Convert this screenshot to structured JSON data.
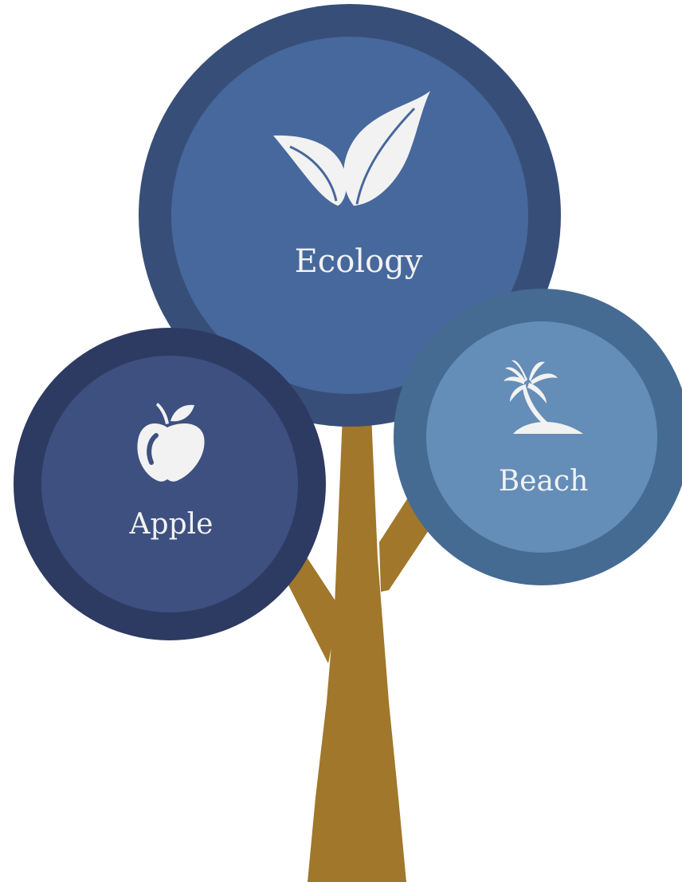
{
  "nodes": [
    {
      "id": "ecology",
      "label": "Ecology",
      "icon": "leaves-icon",
      "ring_color": "#374f78",
      "fill_color": "#47689c"
    },
    {
      "id": "apple",
      "label": "Apple",
      "icon": "apple-icon",
      "ring_color": "#2d3b63",
      "fill_color": "#3d5080"
    },
    {
      "id": "beach",
      "label": "Beach",
      "icon": "palm-tree-icon",
      "ring_color": "#456b93",
      "fill_color": "#648db8"
    }
  ],
  "colors": {
    "trunk": "#a0772b",
    "icon": "#f2f2f2"
  }
}
